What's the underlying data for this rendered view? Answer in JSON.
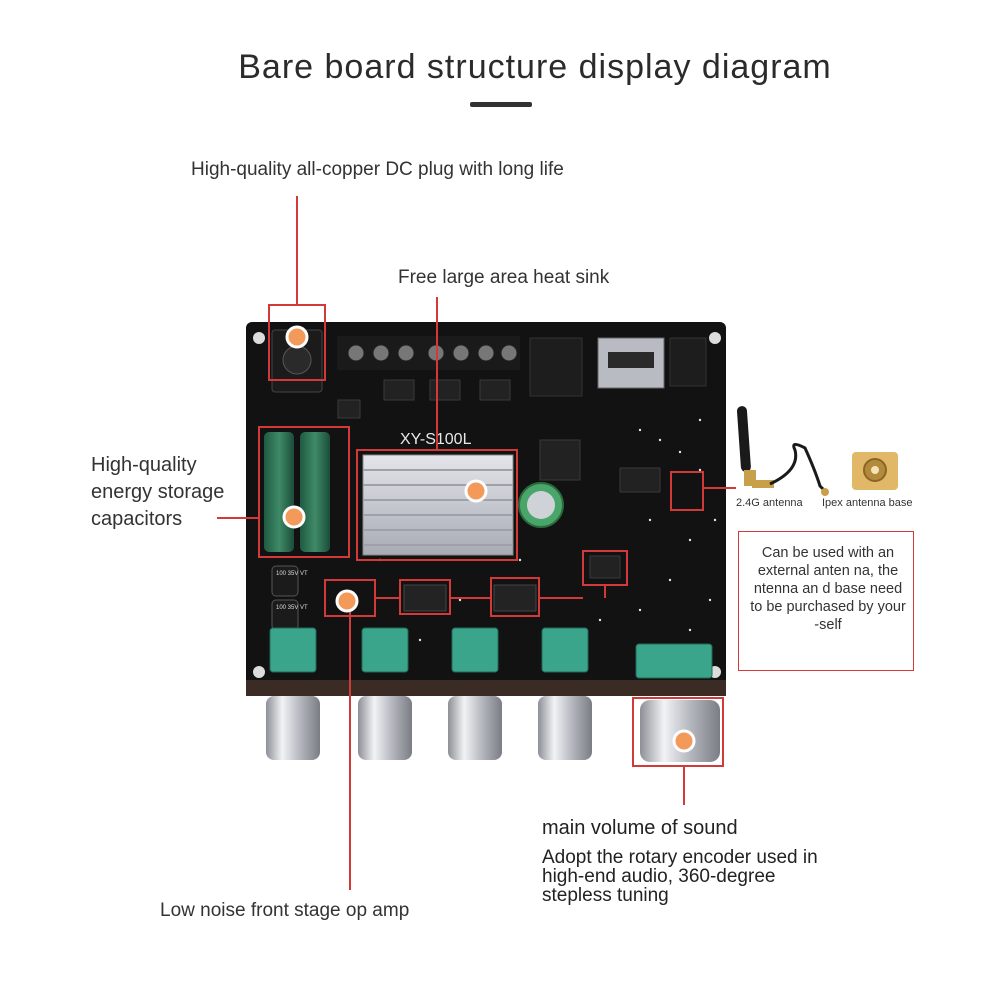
{
  "title": "Bare board structure display diagram",
  "board_model": "XY-S100L",
  "capacitor_marks": [
    "100\n35V\nVT",
    "100\n35V\nVT"
  ],
  "labels": {
    "dc_plug": "High-quality all-copper DC plug with long life",
    "heat_sink": "Free large area heat sink",
    "capacitors": "High-quality\nenergy storage\ncapacitors",
    "antenna": "2.4G antenna",
    "ipex_base": "Ipex antenna base",
    "note": "Can be used with an external anten na, the ntenna an d base need to be purchased by your -self",
    "volume_title": "main volume of sound",
    "volume_desc": "Adopt the rotary encoder used in high-end audio, 360-degree stepless tuning",
    "op_amp": "Low noise front stage op amp"
  },
  "colors": {
    "accent_red": "#d23a3a",
    "marker_orange": "#f39a5a",
    "pcb_black": "#111111",
    "pot_green": "#3aa58a",
    "heatsink_silver": "#c9ccd2"
  },
  "icons": [
    "antenna-icon",
    "ipex-connector-icon",
    "marker-dot-icon"
  ]
}
